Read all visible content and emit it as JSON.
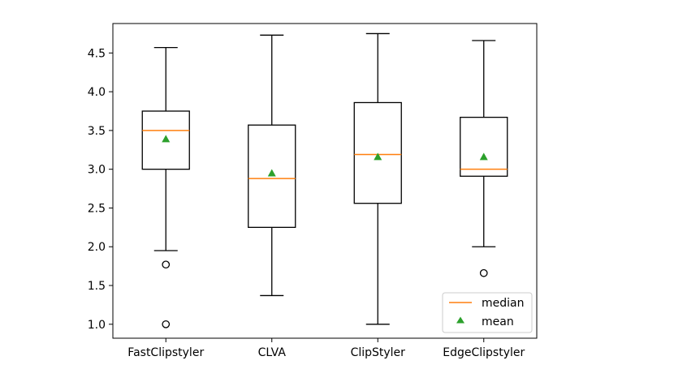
{
  "chart_data": {
    "type": "box",
    "categories": [
      "FastClipstyler",
      "CLVA",
      "ClipStyler",
      "EdgeClipstyler"
    ],
    "boxes": [
      {
        "category": "FastClipstyler",
        "whisker_low": 1.95,
        "q1": 3.0,
        "median": 3.5,
        "q3": 3.75,
        "whisker_high": 4.57,
        "mean": 3.39,
        "outliers": [
          1.77,
          1.0
        ]
      },
      {
        "category": "CLVA",
        "whisker_low": 1.37,
        "q1": 2.25,
        "median": 2.88,
        "q3": 3.57,
        "whisker_high": 4.73,
        "mean": 2.95,
        "outliers": []
      },
      {
        "category": "ClipStyler",
        "whisker_low": 1.0,
        "q1": 2.56,
        "median": 3.19,
        "q3": 3.86,
        "whisker_high": 4.75,
        "mean": 3.16,
        "outliers": []
      },
      {
        "category": "EdgeClipstyler",
        "whisker_low": 2.0,
        "q1": 2.91,
        "median": 3.0,
        "q3": 3.67,
        "whisker_high": 4.66,
        "mean": 3.16,
        "outliers": [
          1.66
        ]
      }
    ],
    "ylim": [
      0.82,
      4.88
    ],
    "yticks": [
      1.0,
      1.5,
      2.0,
      2.5,
      3.0,
      3.5,
      4.0,
      4.5
    ],
    "ytick_labels": [
      "1.0",
      "1.5",
      "2.0",
      "2.5",
      "3.0",
      "3.5",
      "4.0",
      "4.5"
    ],
    "legend": {
      "position": "lower-right",
      "entries": [
        {
          "label": "median",
          "marker": "line"
        },
        {
          "label": "mean",
          "marker": "triangle"
        }
      ]
    },
    "colors": {
      "median": "#ff7f0e",
      "mean": "#2ca02c",
      "box": "#000000"
    }
  }
}
